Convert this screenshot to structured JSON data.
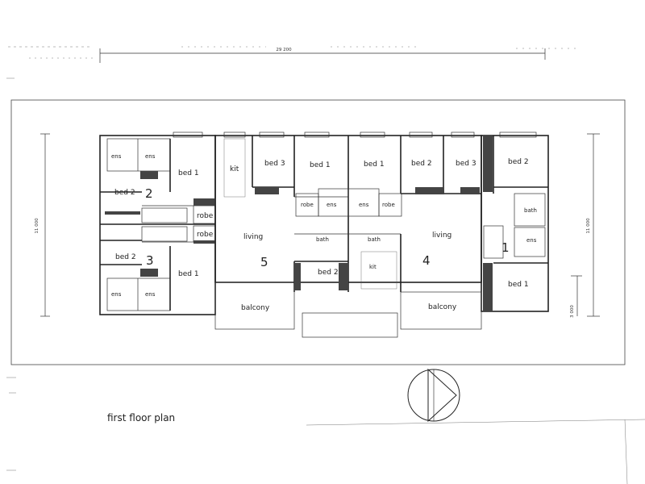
{
  "title": "first floor plan",
  "dimensions": {
    "overall_width": "29 200",
    "depth_left": "11 000",
    "depth_right": "11 000",
    "balcony_depth": "3 000"
  },
  "units": {
    "unit_2": "2",
    "unit_3": "3",
    "unit_5": "5",
    "unit_4": "4",
    "unit_1": "1"
  },
  "rooms": {
    "ens": "ens",
    "bed_1": "bed 1",
    "bed_2": "bed 2",
    "bed_3": "bed 3",
    "robe": "robe",
    "living": "living",
    "kit": "kit",
    "bath": "bath",
    "balcony": "balcony"
  }
}
